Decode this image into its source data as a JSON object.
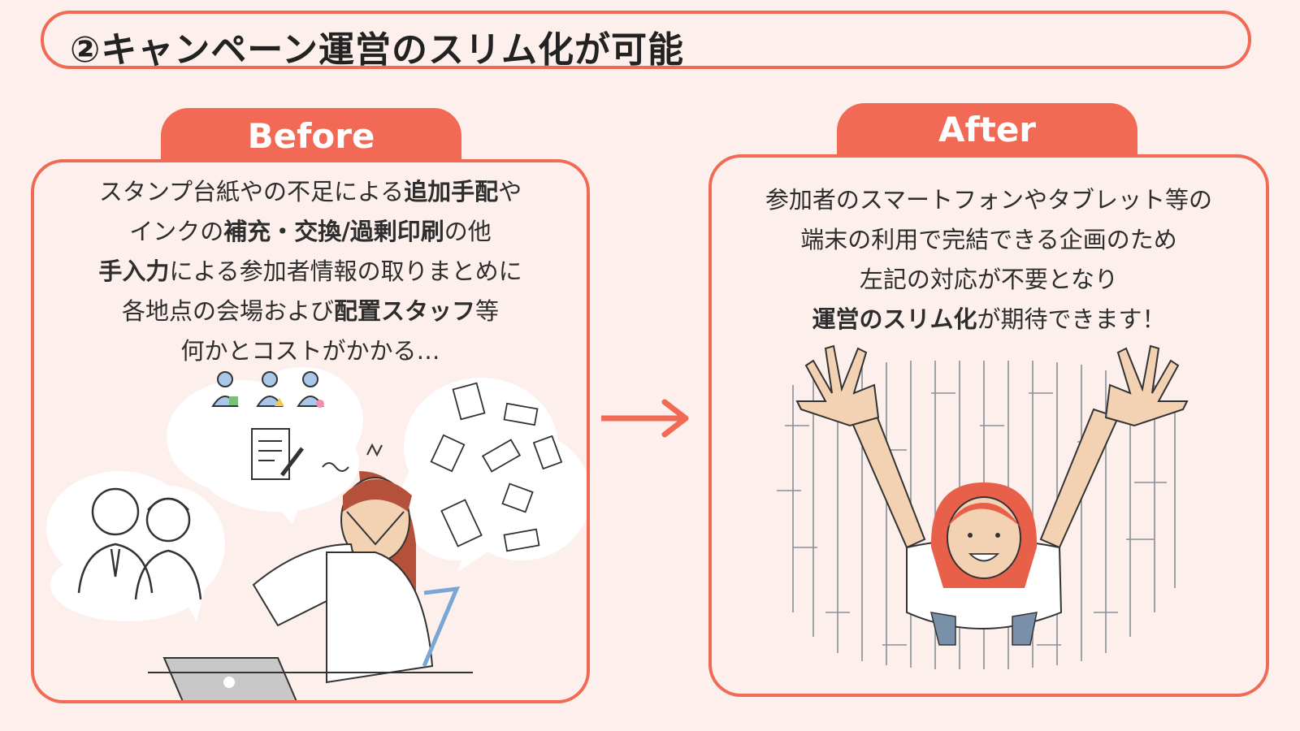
{
  "title": "②キャンペーン運営のスリム化が可能",
  "before": {
    "tab_label": "Before",
    "lines": [
      [
        {
          "t": "スタンプ台紙やの不足による"
        },
        {
          "t": "追加手配",
          "b": true
        },
        {
          "t": "や"
        }
      ],
      [
        {
          "t": "インクの"
        },
        {
          "t": "補充・交換/過剰印刷",
          "b": true
        },
        {
          "t": "の他"
        }
      ],
      [
        {
          "t": "手入力",
          "b": true
        },
        {
          "t": "による参加者情報の取りまとめに"
        }
      ],
      [
        {
          "t": "各地点の会場および"
        },
        {
          "t": "配置スタッフ",
          "b": true
        },
        {
          "t": "等"
        }
      ],
      [
        {
          "t": "何かとコストがかかる…"
        }
      ]
    ]
  },
  "after": {
    "tab_label": "After",
    "lines": [
      [
        {
          "t": "参加者のスマートフォンやタブレット等の"
        }
      ],
      [
        {
          "t": "端末の利用で完結できる企画のため"
        }
      ],
      [
        {
          "t": "左記の対応が不要となり"
        }
      ],
      [
        {
          "t": "運営のスリム化",
          "b": true
        },
        {
          "t": "が期待できます！"
        }
      ]
    ]
  },
  "colors": {
    "accent": "#f26a55",
    "background": "#fdf0ec",
    "text": "#2d2d2d"
  },
  "icons": {
    "arrow": "arrow-right-icon",
    "before_illustration": "stressed-woman-illustration",
    "after_illustration": "cheering-woman-illustration"
  }
}
